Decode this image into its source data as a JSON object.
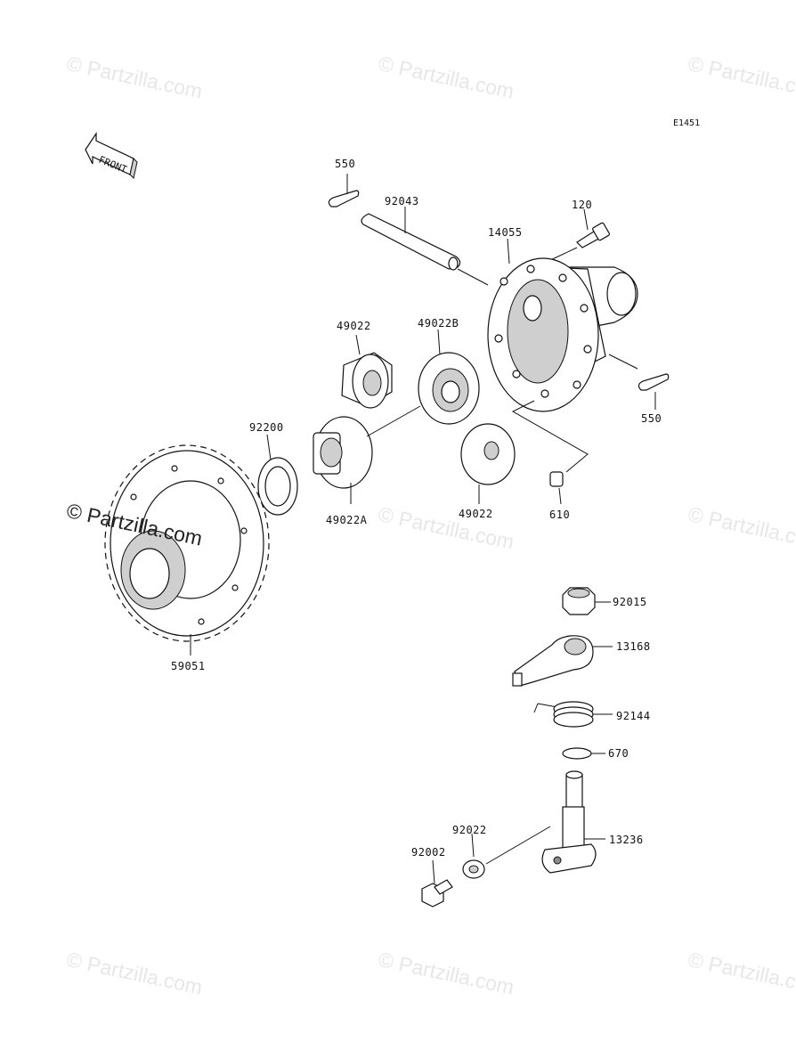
{
  "diagram": {
    "code": "E1451",
    "front_label": "FRONT",
    "watermark": "© Partzilla.com"
  },
  "parts": [
    {
      "id": "p550a",
      "number": "550"
    },
    {
      "id": "p92043",
      "number": "92043"
    },
    {
      "id": "p120",
      "number": "120"
    },
    {
      "id": "p14055",
      "number": "14055"
    },
    {
      "id": "p49022a",
      "number": "49022"
    },
    {
      "id": "p49022b",
      "number": "49022B"
    },
    {
      "id": "p550b",
      "number": "550"
    },
    {
      "id": "p92200",
      "number": "92200"
    },
    {
      "id": "p49022A",
      "number": "49022A"
    },
    {
      "id": "p49022c",
      "number": "49022"
    },
    {
      "id": "p610",
      "number": "610"
    },
    {
      "id": "p59051",
      "number": "59051"
    },
    {
      "id": "p92015",
      "number": "92015"
    },
    {
      "id": "p13168",
      "number": "13168"
    },
    {
      "id": "p92144",
      "number": "92144"
    },
    {
      "id": "p670",
      "number": "670"
    },
    {
      "id": "p92022",
      "number": "92022"
    },
    {
      "id": "p13236",
      "number": "13236"
    },
    {
      "id": "p92002",
      "number": "92002"
    }
  ]
}
